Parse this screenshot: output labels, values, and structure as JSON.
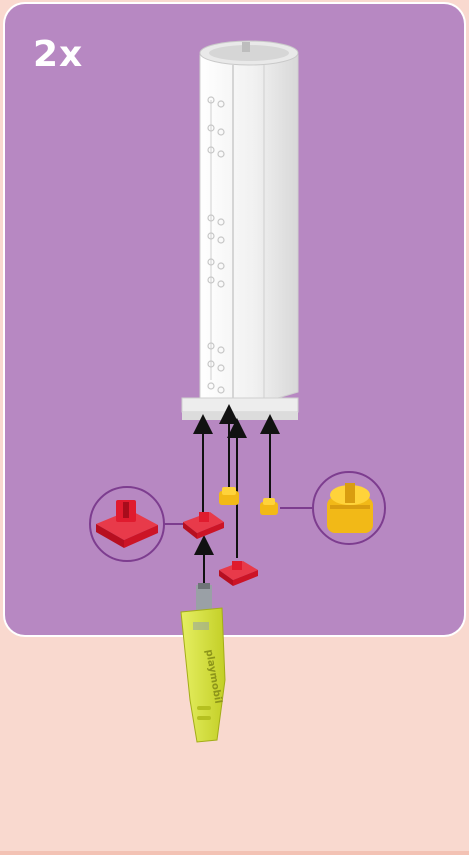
{
  "step": {
    "count_label": "2x"
  },
  "tool": {
    "brand_label": "playmobil"
  },
  "colors": {
    "panel": "#b788c2",
    "background": "#f9d9cf",
    "tube": "#f2f2f2",
    "red_piece": "#e01b2e",
    "yellow_piece": "#f2b917",
    "tool": "#d6e23a",
    "callout_ring": "#7d3d8f"
  },
  "icons": [
    "arrow-up-icon",
    "tube-part",
    "red-connector-part",
    "yellow-connector-part",
    "tool-part"
  ]
}
